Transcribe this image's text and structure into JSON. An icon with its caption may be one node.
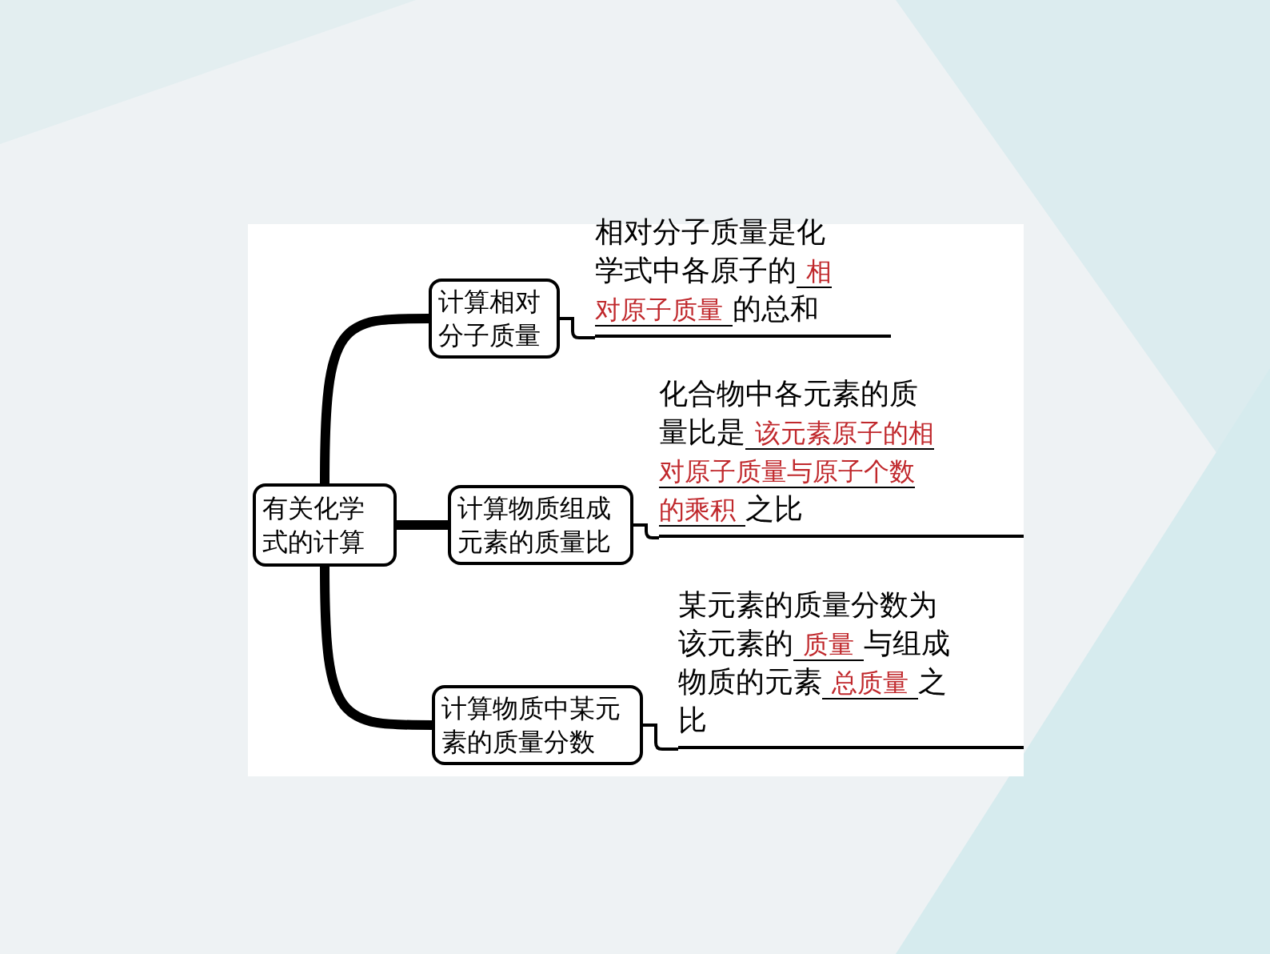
{
  "diagram": {
    "nodes": [
      {
        "text": [
          "有关化学式的计算"
        ]
      },
      {
        "text": [
          "计算相对分子质量"
        ]
      },
      {
        "text": [
          "计算物质组成元素的质量比"
        ]
      },
      {
        "text": [
          "计算物质中某元素的质量分数"
        ]
      },
      {
        "text": [
          "相对分子质量是化学式中各原子的",
          "相对原子质量",
          "的总和"
        ]
      },
      {
        "text": [
          "化合物中各元素的质量比是",
          "该元素原子的相对原子质量与原子个数的乘积",
          "之比"
        ]
      },
      {
        "text": [
          "某元素的质量分数为该元素的",
          "质量",
          "与组成物质的元素",
          "总质量",
          "之比"
        ]
      }
    ],
    "edges": [
      {
        "from": 0,
        "to": 1,
        "arrow": "none",
        "style": "thick"
      },
      {
        "from": 0,
        "to": 2,
        "arrow": "none",
        "style": "thick"
      },
      {
        "from": 0,
        "to": 3,
        "arrow": "none",
        "style": "thick"
      },
      {
        "from": 1,
        "to": 4,
        "arrow": "none"
      },
      {
        "from": 2,
        "to": 5,
        "arrow": "none"
      },
      {
        "from": 3,
        "to": 6,
        "arrow": "none"
      }
    ]
  }
}
